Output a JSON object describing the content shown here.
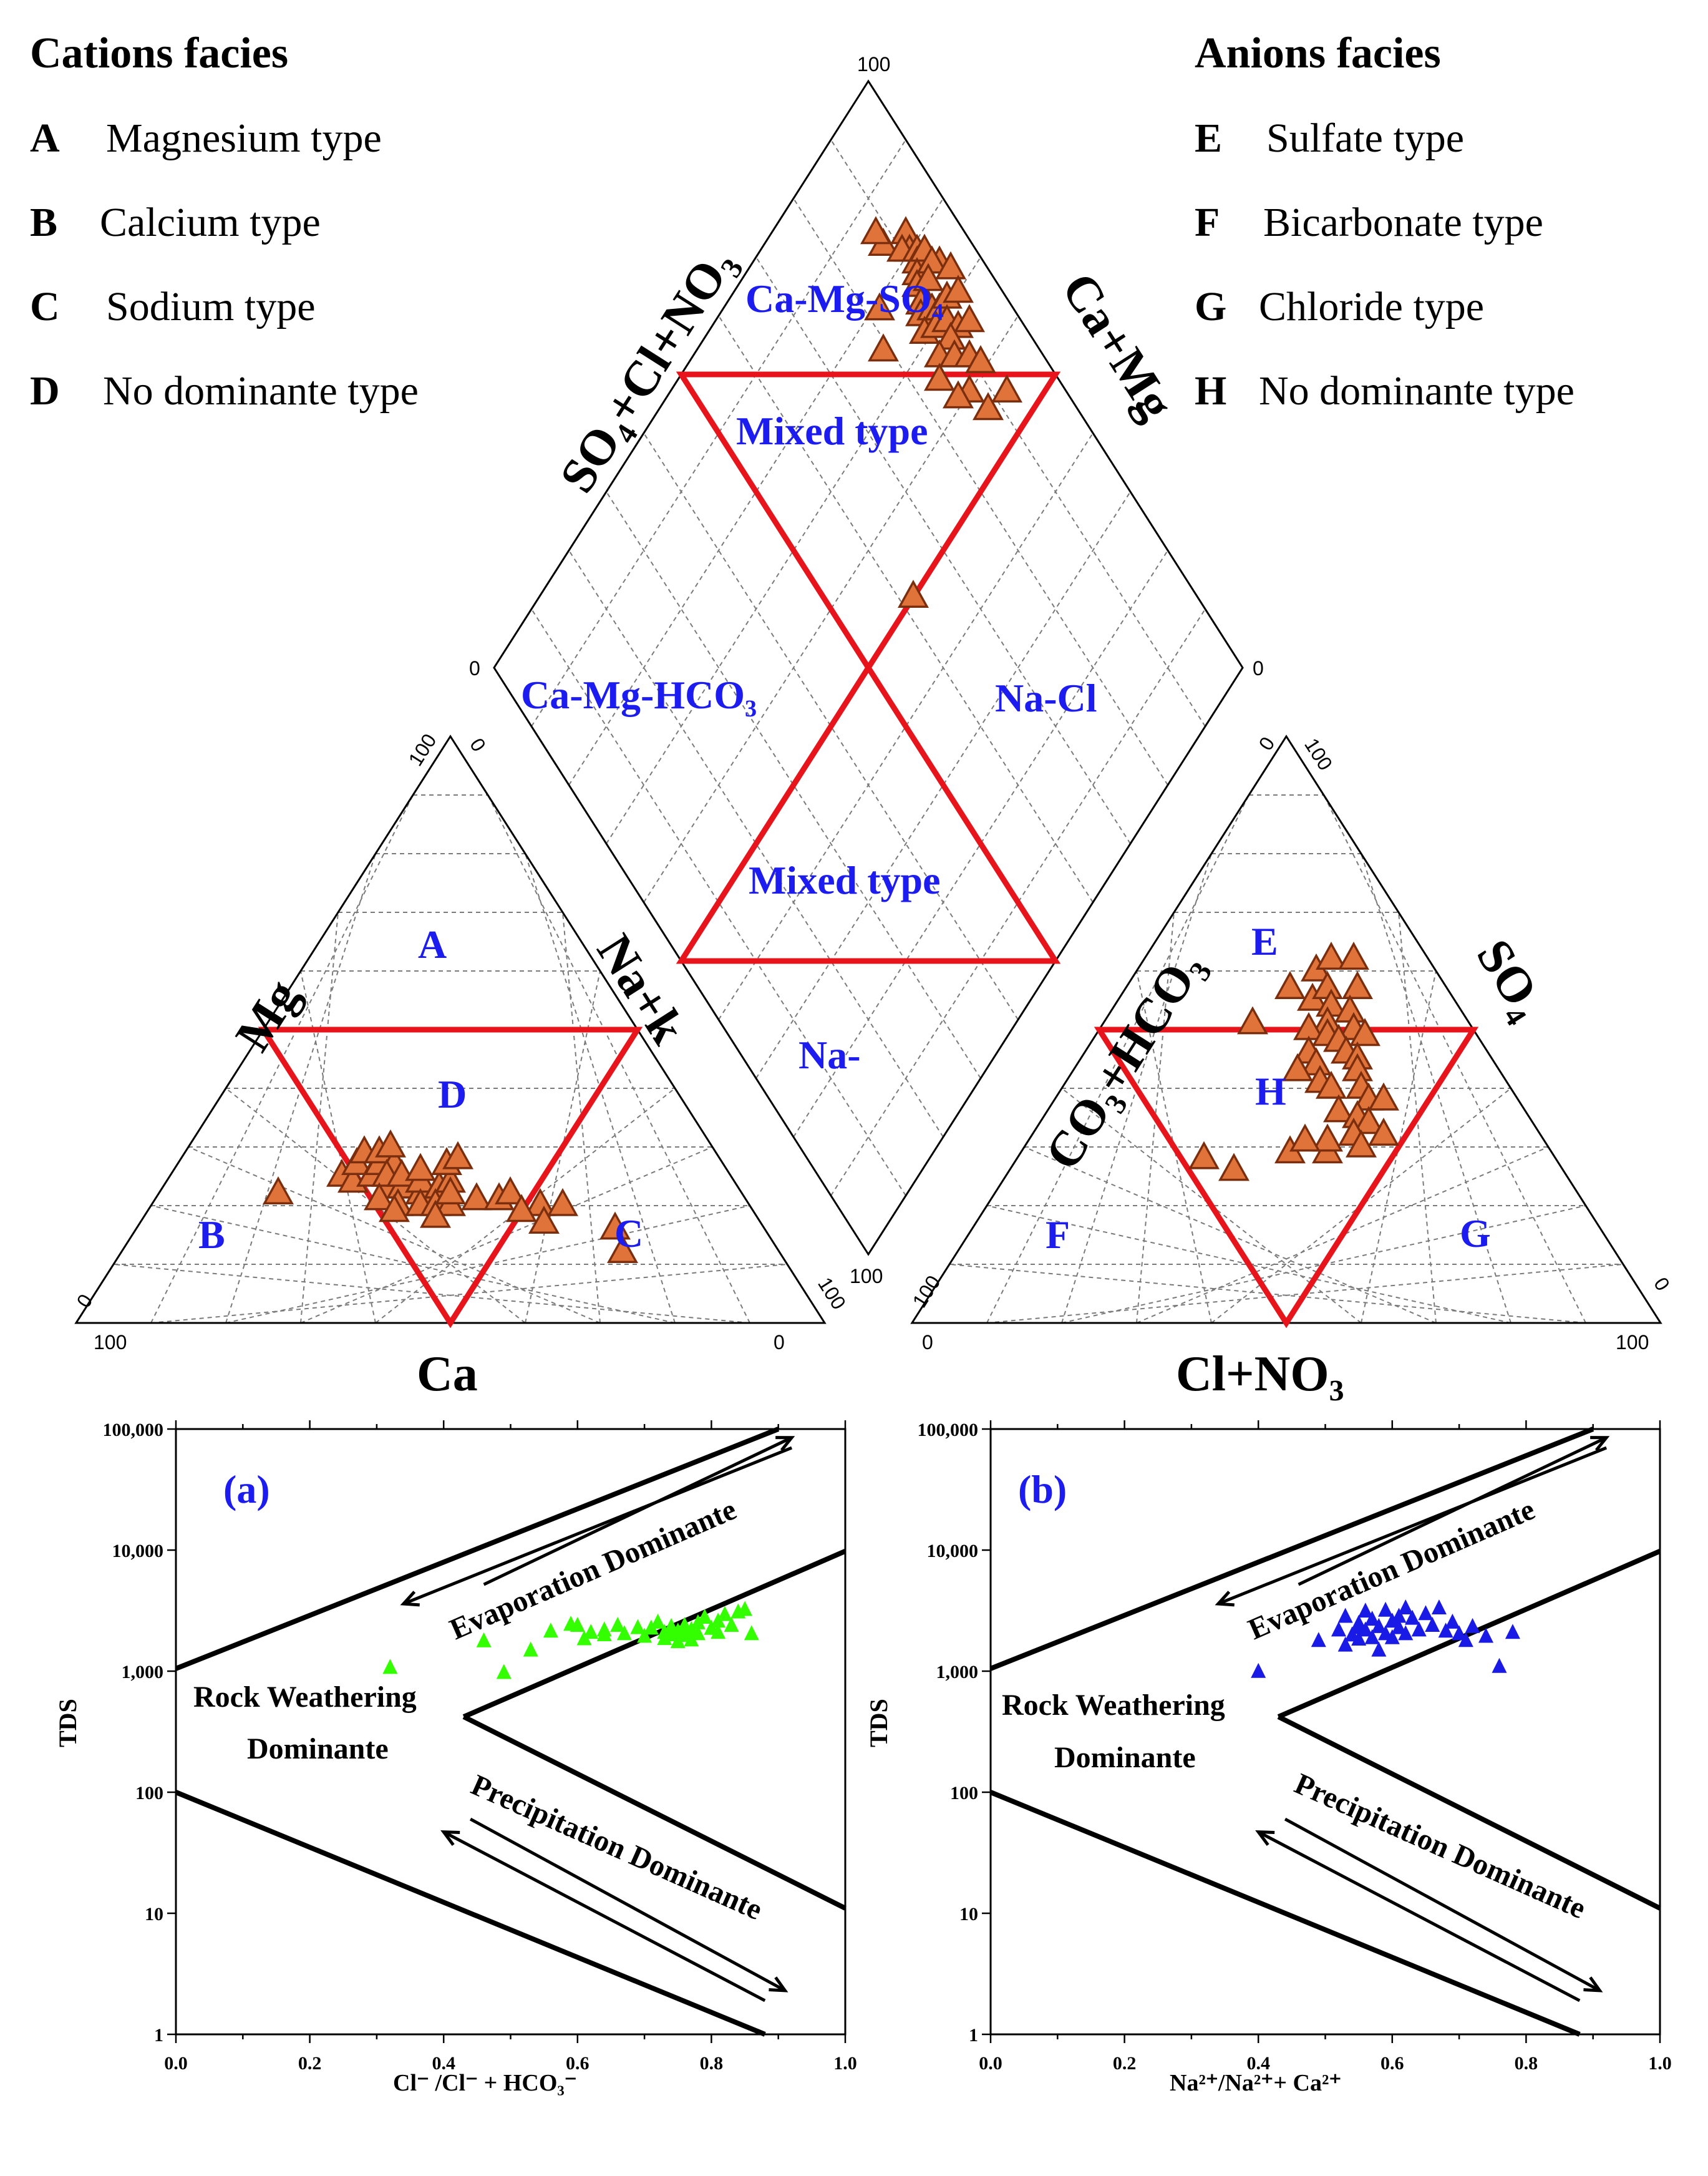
{
  "legend": {
    "cations": {
      "title": "Cations facies",
      "items": [
        {
          "letter": "A",
          "label": "Magnesium type"
        },
        {
          "letter": "B",
          "label": "Calcium type"
        },
        {
          "letter": "C",
          "label": "Sodium type"
        },
        {
          "letter": "D",
          "label": "No dominante type"
        }
      ]
    },
    "anions": {
      "title": "Anions facies",
      "items": [
        {
          "letter": "E",
          "label": "Sulfate type"
        },
        {
          "letter": "F",
          "label": "Bicarbonate type"
        },
        {
          "letter": "G",
          "label": "Chloride type"
        },
        {
          "letter": "H",
          "label": "No dominante type"
        }
      ]
    }
  },
  "piper": {
    "diamond": {
      "top_left_axis": "SO₄+Cl+NO₃",
      "top_right_axis": "Ca+Mg",
      "tick_top": "100",
      "tick_left": "0",
      "tick_right": "0",
      "tick_bottom": "100",
      "regions": {
        "ca_mg_so4": "Ca-Mg-SO₄",
        "mixed_upper": "Mixed type",
        "ca_mg_hco3": "Ca-Mg-HCO₃",
        "na_cl": "Na-Cl",
        "mixed_lower": "Mixed type",
        "na": "Na-"
      }
    },
    "cation_triangle": {
      "left_axis": "Mg",
      "right_axis": "Na+k",
      "bottom_axis": "Ca",
      "tick_left_bottom": "0",
      "tick_apex_left": "100",
      "tick_apex_right": "0",
      "tick_right_bottom": "100",
      "tick_bottom_left": "100",
      "tick_bottom_right": "0",
      "regions": {
        "A": "A",
        "B": "B",
        "C": "C",
        "D": "D"
      }
    },
    "anion_triangle": {
      "left_axis": "CO₃+HCO₃",
      "right_axis": "SO₄",
      "bottom_axis": "Cl+NO₃",
      "tick_left_bottom": "100",
      "tick_apex_left": "0",
      "tick_apex_right": "100",
      "tick_right_bottom": "0",
      "tick_bottom_left": "0",
      "tick_bottom_right": "100",
      "regions": {
        "E": "E",
        "F": "F",
        "G": "G",
        "H": "H"
      }
    }
  },
  "colors": {
    "piper_marker_fill": "#e0733a",
    "piper_marker_stroke": "#7a2e0e",
    "region_text": "#1c1cf0",
    "red_outline": "#e8141b",
    "gibbs_a_marker": "#33ff00",
    "gibbs_b_marker": "#1a1ae6"
  },
  "chart_data": [
    {
      "id": "cation_triangle",
      "type": "scatter",
      "description_axes": [
        "Ca",
        "Mg",
        "Na+k"
      ],
      "points_ca_mg_na": [
        [
          62,
          22,
          16
        ],
        [
          52,
          25,
          23
        ],
        [
          51,
          24,
          25
        ],
        [
          49,
          27,
          24
        ],
        [
          47,
          29,
          24
        ],
        [
          48,
          25,
          27
        ],
        [
          46,
          27,
          27
        ],
        [
          45,
          29,
          26
        ],
        [
          44,
          27,
          29
        ],
        [
          43,
          30,
          27
        ],
        [
          47,
          23,
          30
        ],
        [
          46,
          25,
          29
        ],
        [
          45,
          23,
          32
        ],
        [
          44,
          25,
          31
        ],
        [
          43,
          22,
          35
        ],
        [
          42,
          24,
          34
        ],
        [
          41,
          26,
          33
        ],
        [
          40,
          23,
          37
        ],
        [
          38,
          24,
          38
        ],
        [
          37,
          27,
          36
        ],
        [
          35,
          28,
          37
        ],
        [
          49,
          21,
          30
        ],
        [
          47,
          20,
          33
        ],
        [
          44,
          20,
          36
        ],
        [
          42,
          20,
          38
        ],
        [
          40,
          20,
          40
        ],
        [
          36,
          21,
          43
        ],
        [
          33,
          21,
          46
        ],
        [
          31,
          22,
          47
        ],
        [
          28,
          20,
          52
        ],
        [
          25,
          20,
          55
        ],
        [
          31,
          19,
          50
        ],
        [
          29,
          17,
          54
        ],
        [
          48,
          19,
          33
        ],
        [
          43,
          18,
          39
        ],
        [
          39,
          22,
          39
        ],
        [
          20,
          16,
          64
        ],
        [
          21,
          12,
          67
        ]
      ]
    },
    {
      "id": "anion_triangle",
      "type": "scatter",
      "description_axes": [
        "Cl+NO3",
        "SO4",
        "CO3+HCO3"
      ],
      "points_cl_so4_co3": [
        [
          20,
          51,
          29
        ],
        [
          26,
          55,
          19
        ],
        [
          22,
          57,
          21
        ],
        [
          24,
          60,
          16
        ],
        [
          25,
          62,
          13
        ],
        [
          28,
          62,
          10
        ],
        [
          31,
          57,
          12
        ],
        [
          27,
          57,
          16
        ],
        [
          29,
          54,
          17
        ],
        [
          32,
          53,
          15
        ],
        [
          30,
          51,
          19
        ],
        [
          28,
          50,
          22
        ],
        [
          31,
          49,
          20
        ],
        [
          34,
          50,
          16
        ],
        [
          36,
          49,
          15
        ],
        [
          33,
          48,
          19
        ],
        [
          30,
          46,
          24
        ],
        [
          35,
          46,
          19
        ],
        [
          37,
          45,
          18
        ],
        [
          38,
          43,
          19
        ],
        [
          32,
          44,
          24
        ],
        [
          30,
          43,
          27
        ],
        [
          34,
          41,
          25
        ],
        [
          36,
          40,
          24
        ],
        [
          40,
          40,
          20
        ],
        [
          42,
          38,
          20
        ],
        [
          44,
          38,
          18
        ],
        [
          39,
          36,
          25
        ],
        [
          42,
          35,
          23
        ],
        [
          44,
          34,
          22
        ],
        [
          43,
          32,
          25
        ],
        [
          47,
          32,
          21
        ],
        [
          45,
          30,
          25
        ],
        [
          41,
          29,
          30
        ],
        [
          36,
          29,
          35
        ],
        [
          30,
          26,
          44
        ],
        [
          25,
          28,
          47
        ],
        [
          40,
          31,
          29
        ],
        [
          37,
          31,
          32
        ]
      ]
    },
    {
      "id": "diamond",
      "type": "scatter",
      "description_axes": [
        "SO4+Cl+NO3 (%)",
        "Ca+Mg (%)"
      ],
      "points_anion_cation": [
        [
          88,
          84
        ],
        [
          92,
          82
        ],
        [
          91,
          80
        ],
        [
          90,
          81
        ],
        [
          92,
          79
        ],
        [
          91,
          78
        ],
        [
          93,
          78
        ],
        [
          90,
          77
        ],
        [
          89,
          76
        ],
        [
          94,
          75
        ],
        [
          93,
          76
        ],
        [
          91,
          75
        ],
        [
          95,
          73
        ],
        [
          88,
          74
        ],
        [
          87,
          73
        ],
        [
          89,
          72
        ],
        [
          90,
          71
        ],
        [
          92,
          71
        ],
        [
          86,
          71
        ],
        [
          88,
          70
        ],
        [
          90,
          69
        ],
        [
          94,
          70
        ],
        [
          91,
          67
        ],
        [
          89,
          67
        ],
        [
          93,
          66
        ],
        [
          86,
          67
        ],
        [
          88,
          65
        ],
        [
          84,
          65
        ],
        [
          90,
          63
        ],
        [
          91,
          61
        ],
        [
          87,
          60
        ],
        [
          88,
          56
        ],
        [
          92,
          55
        ],
        [
          85,
          61
        ],
        [
          79,
          75
        ],
        [
          82,
          79
        ],
        [
          88,
          86
        ],
        [
          62,
          50
        ]
      ]
    },
    {
      "id": "gibbs_a",
      "type": "scatter",
      "panel_label": "(a)",
      "xlabel": "Cl⁻ /Cl⁻  + HCO₃⁻",
      "ylabel": "TDS",
      "xlim": [
        0.0,
        1.0
      ],
      "ylim": [
        1,
        100000
      ],
      "yscale": "log",
      "xticks": [
        "0.0",
        "0.2",
        "0.4",
        "0.6",
        "0.8",
        "1.0"
      ],
      "yticks": [
        "1",
        "10",
        "100",
        "1,000",
        "10,000",
        "100,000"
      ],
      "annotations": {
        "evaporation": "Evaporation Dominante",
        "rock1": "Rock Weathering",
        "rock2": "Dominante",
        "precipitation": "Precipitation Dominante"
      },
      "points": [
        [
          0.32,
          1080
        ],
        [
          0.46,
          1790
        ],
        [
          0.49,
          980
        ],
        [
          0.53,
          1500
        ],
        [
          0.56,
          2150
        ],
        [
          0.59,
          2450
        ],
        [
          0.61,
          1860
        ],
        [
          0.62,
          2100
        ],
        [
          0.64,
          2200
        ],
        [
          0.66,
          2400
        ],
        [
          0.67,
          2050
        ],
        [
          0.69,
          2300
        ],
        [
          0.7,
          1950
        ],
        [
          0.71,
          2280
        ],
        [
          0.72,
          2550
        ],
        [
          0.73,
          2100
        ],
        [
          0.73,
          1870
        ],
        [
          0.74,
          2350
        ],
        [
          0.74,
          2010
        ],
        [
          0.75,
          2150
        ],
        [
          0.75,
          1760
        ],
        [
          0.76,
          2400
        ],
        [
          0.76,
          1980
        ],
        [
          0.77,
          2220
        ],
        [
          0.78,
          2520
        ],
        [
          0.78,
          2050
        ],
        [
          0.79,
          2800
        ],
        [
          0.8,
          2270
        ],
        [
          0.81,
          2600
        ],
        [
          0.82,
          2950
        ],
        [
          0.83,
          2400
        ],
        [
          0.84,
          3100
        ],
        [
          0.85,
          3250
        ],
        [
          0.86,
          2050
        ],
        [
          0.6,
          2400
        ],
        [
          0.77,
          1820
        ],
        [
          0.81,
          2100
        ],
        [
          0.64,
          2010
        ]
      ]
    },
    {
      "id": "gibbs_b",
      "type": "scatter",
      "panel_label": "(b)",
      "xlabel": "Na²⁺/Na²⁺+ Ca²⁺",
      "ylabel": "TDS",
      "xlim": [
        0.0,
        1.0
      ],
      "ylim": [
        1,
        100000
      ],
      "yscale": "log",
      "xticks": [
        "0.0",
        "0.2",
        "0.4",
        "0.6",
        "0.8",
        "1.0"
      ],
      "yticks": [
        "1",
        "10",
        "100",
        "1,000",
        "10,000",
        "100,000"
      ],
      "annotations": {
        "evaporation": "Evaporation Dominante",
        "rock1": "Rock Weathering",
        "rock2": "Dominante",
        "precipitation": "Precipitation Dominante"
      },
      "points": [
        [
          0.4,
          1000
        ],
        [
          0.49,
          1800
        ],
        [
          0.52,
          2200
        ],
        [
          0.53,
          2850
        ],
        [
          0.53,
          1650
        ],
        [
          0.54,
          2000
        ],
        [
          0.55,
          2500
        ],
        [
          0.55,
          1850
        ],
        [
          0.56,
          3150
        ],
        [
          0.56,
          2200
        ],
        [
          0.57,
          1900
        ],
        [
          0.57,
          2700
        ],
        [
          0.58,
          2350
        ],
        [
          0.58,
          1500
        ],
        [
          0.59,
          2050
        ],
        [
          0.59,
          3200
        ],
        [
          0.6,
          2600
        ],
        [
          0.6,
          1900
        ],
        [
          0.61,
          2300
        ],
        [
          0.62,
          3350
        ],
        [
          0.62,
          2050
        ],
        [
          0.63,
          2750
        ],
        [
          0.64,
          2200
        ],
        [
          0.65,
          3000
        ],
        [
          0.66,
          2400
        ],
        [
          0.67,
          3350
        ],
        [
          0.68,
          2150
        ],
        [
          0.69,
          2550
        ],
        [
          0.7,
          2050
        ],
        [
          0.71,
          1800
        ],
        [
          0.72,
          2350
        ],
        [
          0.74,
          1950
        ],
        [
          0.76,
          1100
        ],
        [
          0.78,
          2100
        ],
        [
          0.55,
          2300
        ],
        [
          0.61,
          2850
        ]
      ]
    }
  ]
}
